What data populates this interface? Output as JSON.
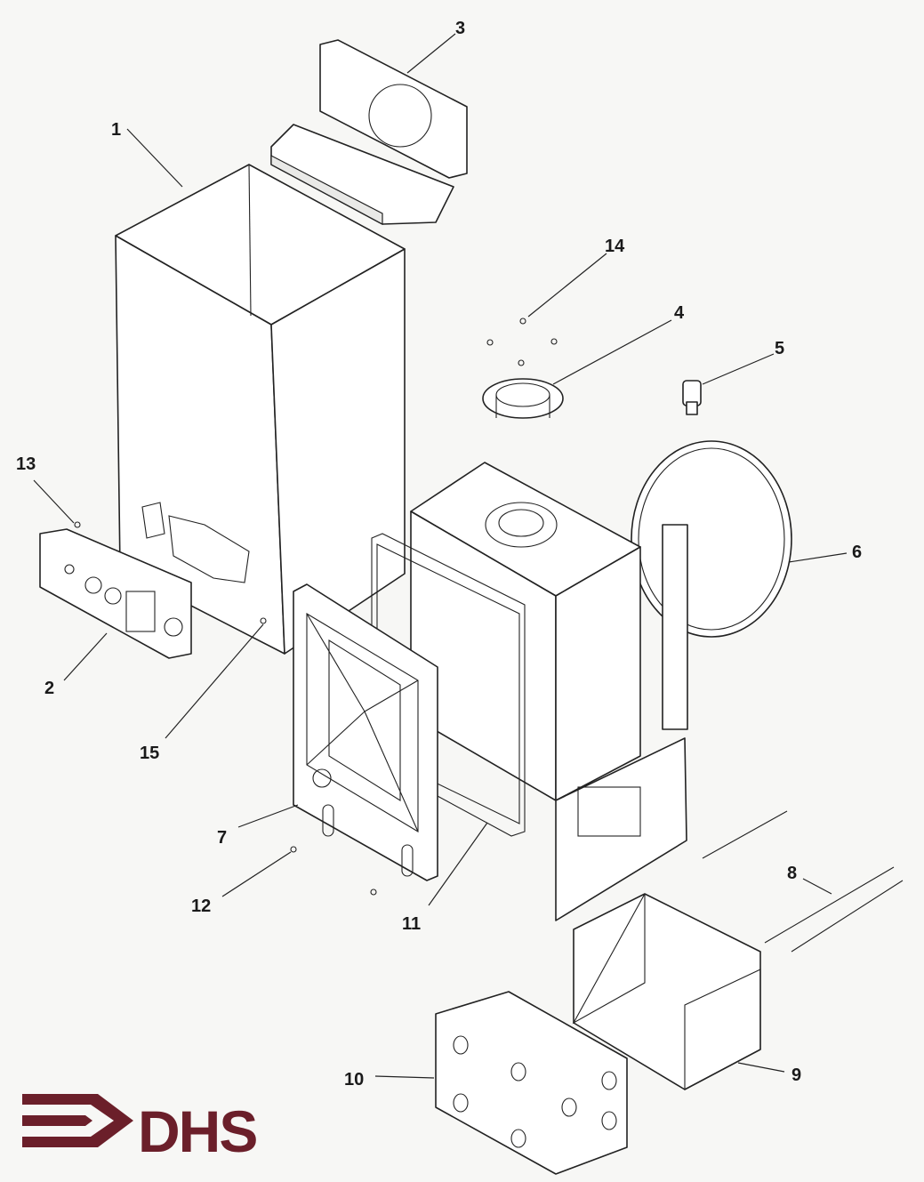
{
  "diagram": {
    "callouts": [
      {
        "id": "1",
        "label": "1"
      },
      {
        "id": "2",
        "label": "2"
      },
      {
        "id": "3",
        "label": "3"
      },
      {
        "id": "4",
        "label": "4"
      },
      {
        "id": "5",
        "label": "5"
      },
      {
        "id": "6",
        "label": "6"
      },
      {
        "id": "7",
        "label": "7"
      },
      {
        "id": "8",
        "label": "8"
      },
      {
        "id": "9",
        "label": "9"
      },
      {
        "id": "10",
        "label": "10"
      },
      {
        "id": "11",
        "label": "11"
      },
      {
        "id": "12",
        "label": "12"
      },
      {
        "id": "13",
        "label": "13"
      },
      {
        "id": "14",
        "label": "14"
      },
      {
        "id": "15",
        "label": "15"
      }
    ]
  },
  "logo": {
    "text": "DHS",
    "color": "#6b1f2a"
  }
}
